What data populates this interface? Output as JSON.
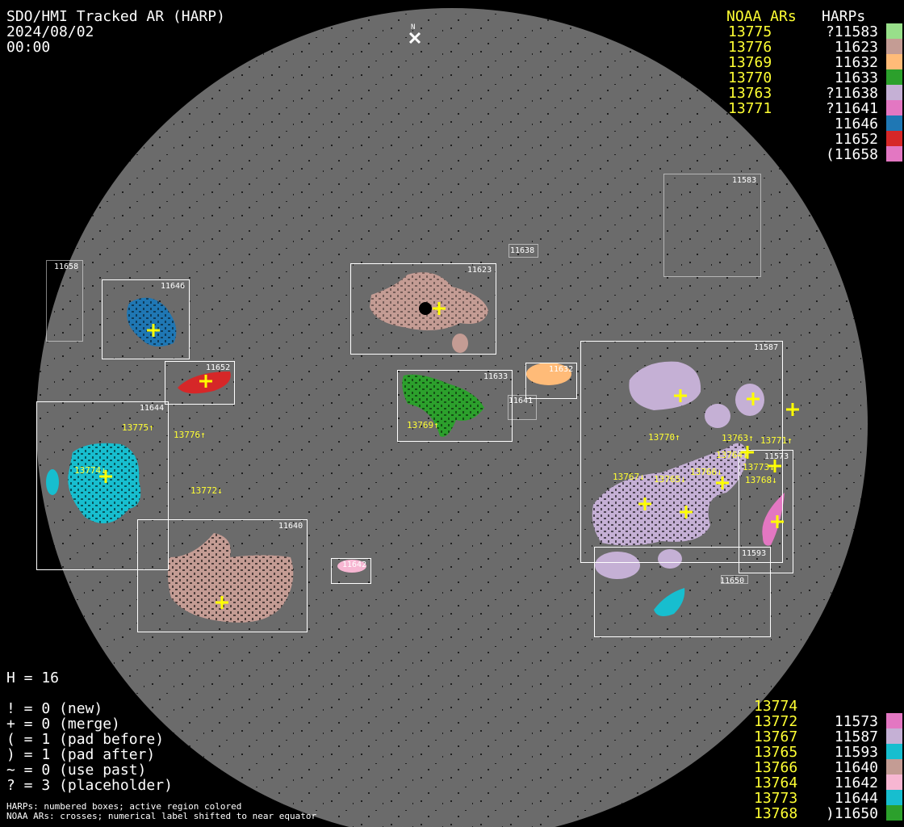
{
  "header": {
    "title": "SDO/HMI Tracked AR (HARP)",
    "date": "2024/08/02",
    "time": "00:00",
    "north_label": "N"
  },
  "legend_top": {
    "noaa_header": "NOAA ARs",
    "harp_header": "HARPs",
    "noaa": [
      "13775",
      "13776",
      "13769",
      "13770",
      "13763",
      "13771"
    ],
    "harps": [
      {
        "label": "?11583",
        "color": "#98df8a"
      },
      {
        "label": "11623",
        "color": "#c49c94"
      },
      {
        "label": "11632",
        "color": "#ffbb78"
      },
      {
        "label": "11633",
        "color": "#2ca02c"
      },
      {
        "label": "?11638",
        "color": "#c5b0d5"
      },
      {
        "label": "?11641",
        "color": "#e377c2"
      },
      {
        "label": "11646",
        "color": "#1f77b4"
      },
      {
        "label": "11652",
        "color": "#d62728"
      },
      {
        "label": "(11658",
        "color": "#e377c2"
      }
    ]
  },
  "legend_bottom": {
    "noaa": [
      "13774",
      "13772",
      "13767",
      "13765",
      "13766",
      "13764",
      "13773",
      "13768"
    ],
    "harps": [
      {
        "label": "11573",
        "color": "#e377c2"
      },
      {
        "label": "11587",
        "color": "#c5b0d5"
      },
      {
        "label": "11593",
        "color": "#17becf"
      },
      {
        "label": "11640",
        "color": "#c49c94"
      },
      {
        "label": "11642",
        "color": "#f7b6d2"
      },
      {
        "label": "11644",
        "color": "#17becf"
      },
      {
        "label": ")11650",
        "color": "#2ca02c"
      }
    ]
  },
  "stats": {
    "h": "H = 16",
    "lines": [
      "! = 0 (new)",
      "+ = 0 (merge)",
      "( = 1 (pad before)",
      ") = 1 (pad after)",
      "~ = 0 (use past)",
      "? = 3 (placeholder)"
    ]
  },
  "footnote": [
    "HARPs: numbered boxes; active region colored",
    "NOAA ARs: crosses; numerical label shifted to near equator"
  ],
  "boxes": [
    "11583",
    "11658",
    "11646",
    "11623",
    "11638",
    "11652",
    "11633",
    "11632",
    "11641",
    "11587",
    "11573",
    "11593",
    "11644",
    "11640",
    "11642",
    "11650"
  ],
  "ar_labels": [
    "13775↑",
    "13776↑",
    "13774↓",
    "13772↓",
    "13769↑",
    "13770↑",
    "13763↑",
    "13771↑",
    "13764↓",
    "13773↓",
    "13768↓",
    "13767↓",
    "13765↓",
    "13766↓"
  ]
}
